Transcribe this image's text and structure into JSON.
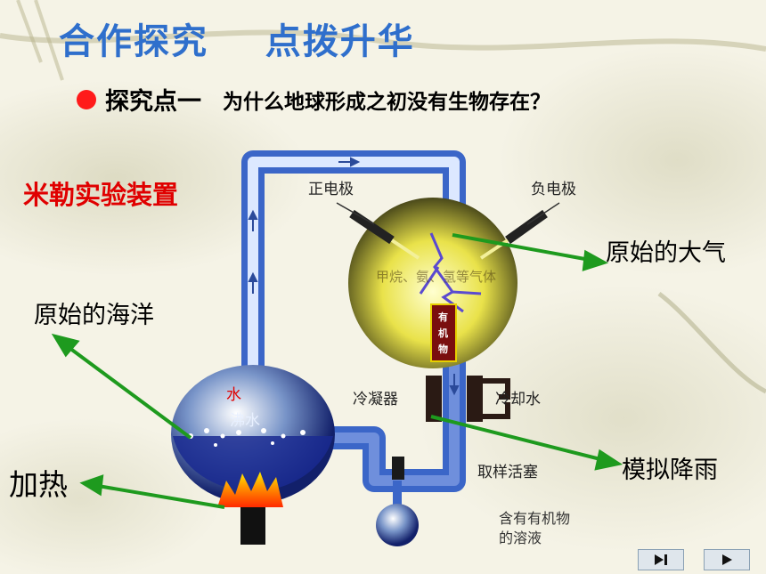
{
  "slide": {
    "title": "合作探究    点拨升华",
    "point_label": "探究点一",
    "question": "为什么地球形成之初没有生物存在？",
    "experiment_label": "米勒实验装置"
  },
  "diagram": {
    "positive_electrode": "正电极",
    "negative_electrode": "负电极",
    "gases_text": "甲烷、氨、氢等气体",
    "organic_box": [
      "有",
      "机",
      "物"
    ],
    "water": "水",
    "boiling_water": "沸水",
    "condenser": "冷凝器",
    "cooling_water": "冷却水",
    "sampling_valve": "取样活塞",
    "solution": [
      "含有有机物",
      "的溶液"
    ]
  },
  "annotations": {
    "primitive_atmosphere": "原始的大气",
    "primitive_ocean": "原始的海洋",
    "simulated_rain": "模拟降雨",
    "heating": "加热"
  },
  "nav": {
    "end_icon": "skip-to-end-icon",
    "next_icon": "play-next-icon"
  },
  "colors": {
    "title": "#2f6fcc",
    "experiment_label": "#e00000",
    "arrow": "#1e9a1e",
    "tube": "#3b66c8"
  }
}
